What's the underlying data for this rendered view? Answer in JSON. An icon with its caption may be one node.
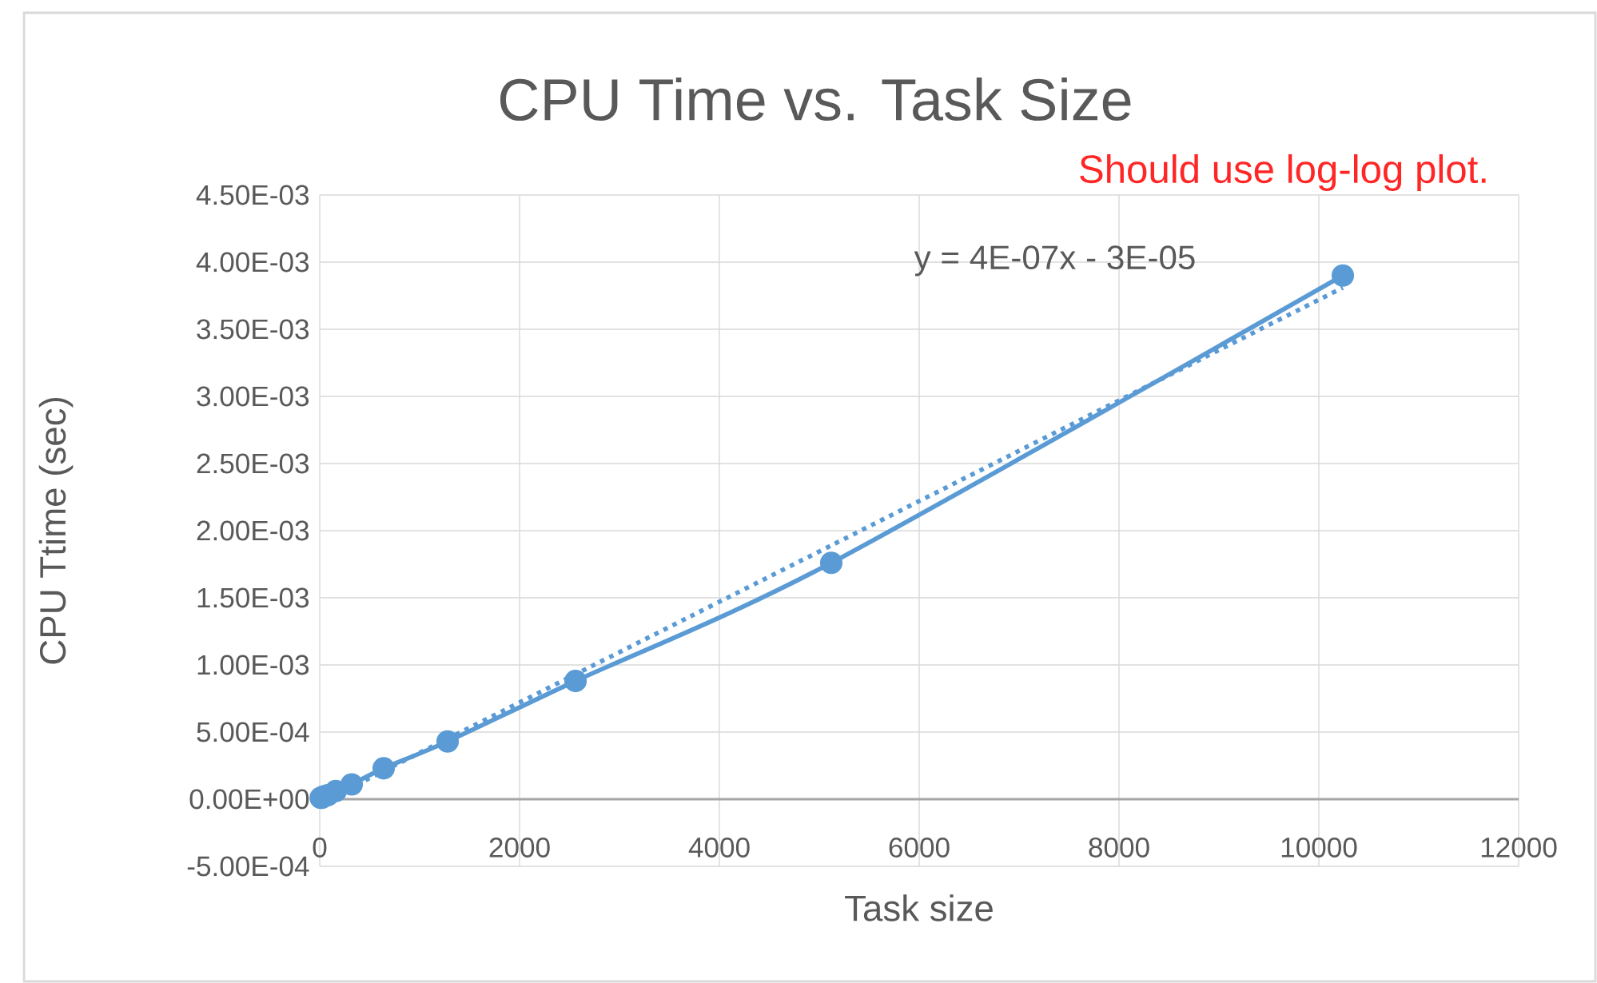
{
  "diagram": {
    "labels": [
      "Should use log-log plot."
    ],
    "chart_data": {
      "type": "line",
      "title": "CPU Time vs. Task Size",
      "xlabel": "Task size",
      "ylabel": "CPU Ttime (sec)",
      "x": [
        10,
        20,
        40,
        80,
        160,
        320,
        640,
        1280,
        2560,
        5120,
        10240
      ],
      "series": [
        {
          "color": "#5b9bd5",
          "marker": "circle",
          "values": [
            1e-05,
            1e-05,
            2e-05,
            3e-05,
            6e-05,
            0.00011,
            0.00023,
            0.00043,
            0.00088,
            0.00176,
            0.0039
          ]
        },
        {
          "color": "#5b9bd5",
          "line_style": "dotted",
          "values": [
            -3e-05,
            -3e-05,
            -2e-05,
            0.0,
            3e-05,
            9e-05,
            0.00021,
            0.00045,
            0.00093,
            0.00189,
            0.00381
          ]
        }
      ],
      "xlim": [
        0,
        12000
      ],
      "ylim": [
        -0.0005,
        0.0045
      ],
      "xticks": [
        0,
        2000,
        4000,
        6000,
        8000,
        10000,
        12000
      ],
      "yticks": [
        {
          "value": -0.0005,
          "label": "-5.00E-04"
        },
        {
          "value": 0,
          "label": "0.00E+00"
        },
        {
          "value": 0.0005,
          "label": "5.00E-04"
        },
        {
          "value": 0.001,
          "label": "1.00E-03"
        },
        {
          "value": 0.0015,
          "label": "1.50E-03"
        },
        {
          "value": 0.002,
          "label": "2.00E-03"
        },
        {
          "value": 0.0025,
          "label": "2.50E-03"
        },
        {
          "value": 0.003,
          "label": "3.00E-03"
        },
        {
          "value": 0.0035,
          "label": "3.50E-03"
        },
        {
          "value": 0.004,
          "label": "4.00E-03"
        },
        {
          "value": 0.0045,
          "label": "4.50E-03"
        }
      ],
      "grid": true,
      "annotations": [
        "y = 4E-07x - 3E-05"
      ]
    }
  }
}
